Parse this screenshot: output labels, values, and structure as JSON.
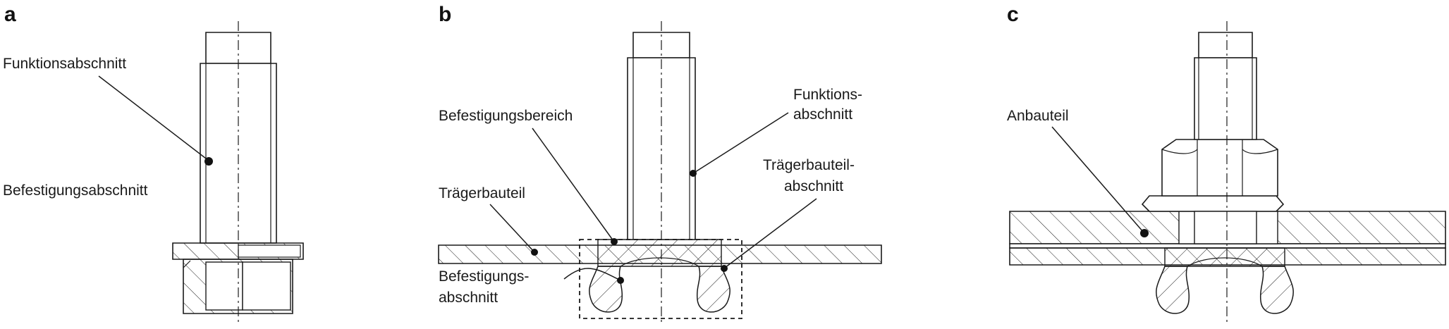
{
  "panels": {
    "a": {
      "label": "a",
      "funktionsabschnitt": "Funktionsabschnitt",
      "befestigungsabschnitt": "Befestigungsabschnitt"
    },
    "b": {
      "label": "b",
      "befestigungsbereich": "Befestigungsbereich",
      "funktions_line1": "Funktions-",
      "funktions_line2": "abschnitt",
      "traegerbauteil": "Trägerbauteil",
      "traegerbauteil_abschnitt_line1": "Trägerbauteil-",
      "traegerbauteil_abschnitt_line2": "abschnitt",
      "befestigungs_line1": "Befestigungs-",
      "befestigungs_line2": "abschnitt"
    },
    "c": {
      "label": "c",
      "anbauteil": "Anbauteil"
    }
  },
  "colors": {
    "line": "#1a1a1a",
    "background": "#ffffff"
  }
}
